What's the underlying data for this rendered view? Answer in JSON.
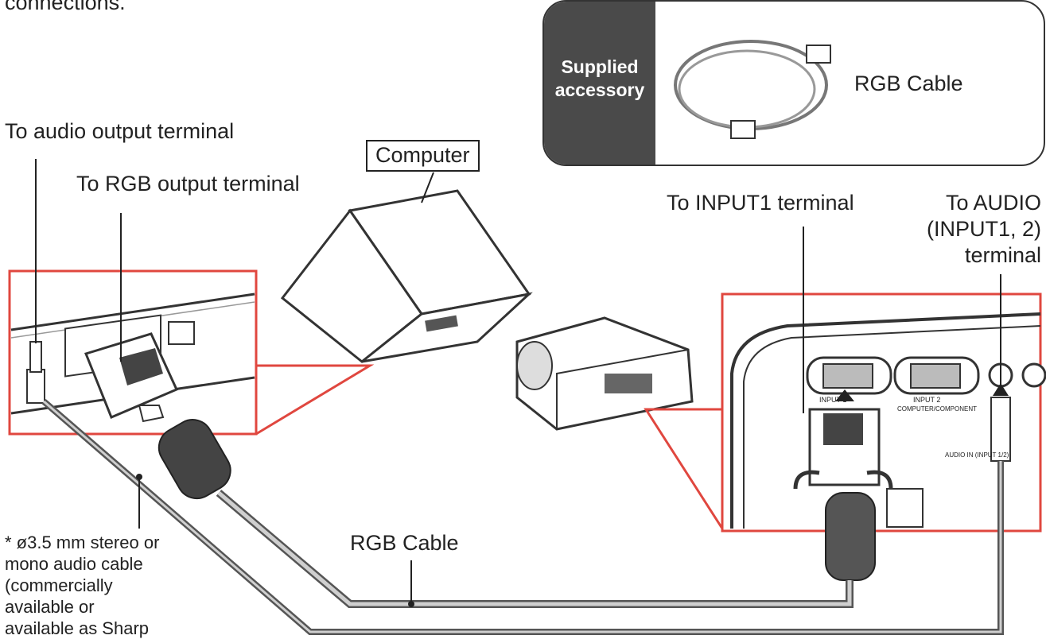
{
  "top_fragment": "connections.",
  "accessory": {
    "title": "Supplied accessory",
    "item": "RGB Cable"
  },
  "labels": {
    "audio_out": "To audio output terminal",
    "rgb_out": "To RGB output terminal",
    "computer": "Computer",
    "input1": "To INPUT1 terminal",
    "audio_in_line1": "To AUDIO",
    "audio_in_line2": "(INPUT1, 2)",
    "audio_in_line3": "terminal",
    "rgb_cable": "RGB Cable"
  },
  "note": {
    "line1": "* ø3.5 mm stereo or",
    "line2": "mono audio cable",
    "line3": "(commercially",
    "line4": "available or",
    "line5": "available as Sharp"
  },
  "panel_text": {
    "input1": "INPUT 1",
    "input2": "INPUT 2",
    "input2_sub": "COMPUTER/COMPONENT",
    "audio_in": "AUDIO IN (INPUT 1/2)"
  },
  "colors": {
    "callout_red": "#e0473f",
    "cable_gray": "#9a9a9a",
    "dark_panel": "#4a4a4a"
  }
}
